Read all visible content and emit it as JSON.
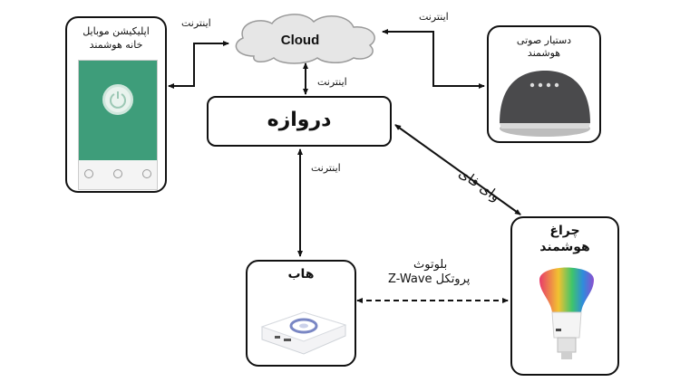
{
  "nodes": {
    "cloud": "Cloud",
    "gateway": "دروازه",
    "hub": "هاب",
    "app_line1": "اپلیکیشن موبایل",
    "app_line2": "خانه هوشمند",
    "speaker_line1": "دستیار صوتی",
    "speaker_line2": "هوشمند",
    "lamp_line1": "چراغ",
    "lamp_line2": "هوشمند"
  },
  "edges": {
    "internet_app_cloud": "اینترنت",
    "internet_cloud_speaker": "اینترنت",
    "internet_cloud_gateway": "اینترنت",
    "internet_gateway_hub": "اینترنت",
    "wifi": "وای فای",
    "bluetooth": "بلوتوث",
    "zwave": "پروتکل Z-Wave"
  },
  "colors": {
    "app_green": "#3e9d7a",
    "speaker_body": "#4a4a4c",
    "cloud_fill": "#e6e6e6"
  }
}
